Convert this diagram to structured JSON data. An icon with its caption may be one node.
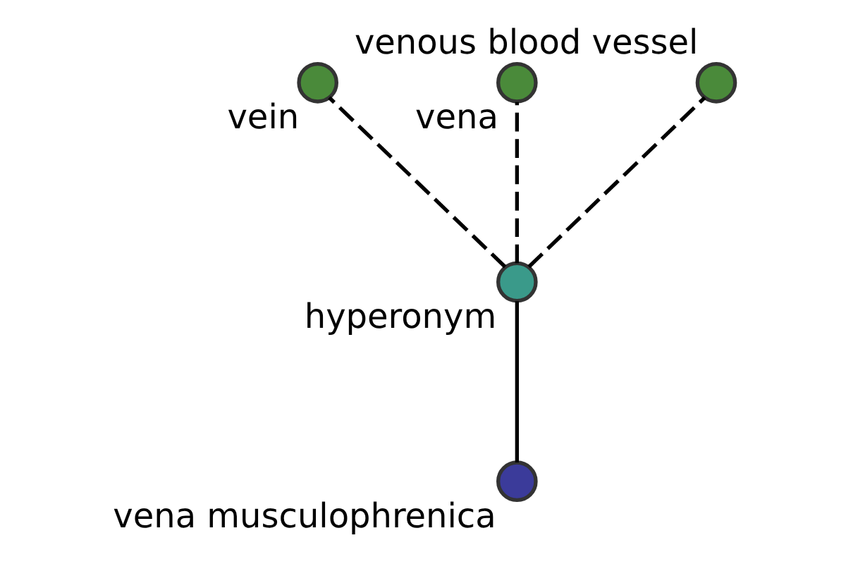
{
  "diagram": {
    "nodes": [
      {
        "text": [
          "vena musculophrenica"
        ]
      },
      {
        "text": [
          "hyperonym"
        ]
      },
      {
        "text": [
          "vein"
        ]
      },
      {
        "text": [
          "vena"
        ]
      },
      {
        "text": [
          "venous blood vessel"
        ]
      }
    ],
    "edges": [
      {
        "from": 0,
        "to": 1,
        "arrow": "none"
      },
      {
        "from": 1,
        "to": 2,
        "arrow": "none",
        "style": "dashed"
      },
      {
        "from": 1,
        "to": 3,
        "arrow": "none",
        "style": "dashed"
      },
      {
        "from": 1,
        "to": 4,
        "arrow": "none",
        "style": "dashed"
      }
    ]
  }
}
